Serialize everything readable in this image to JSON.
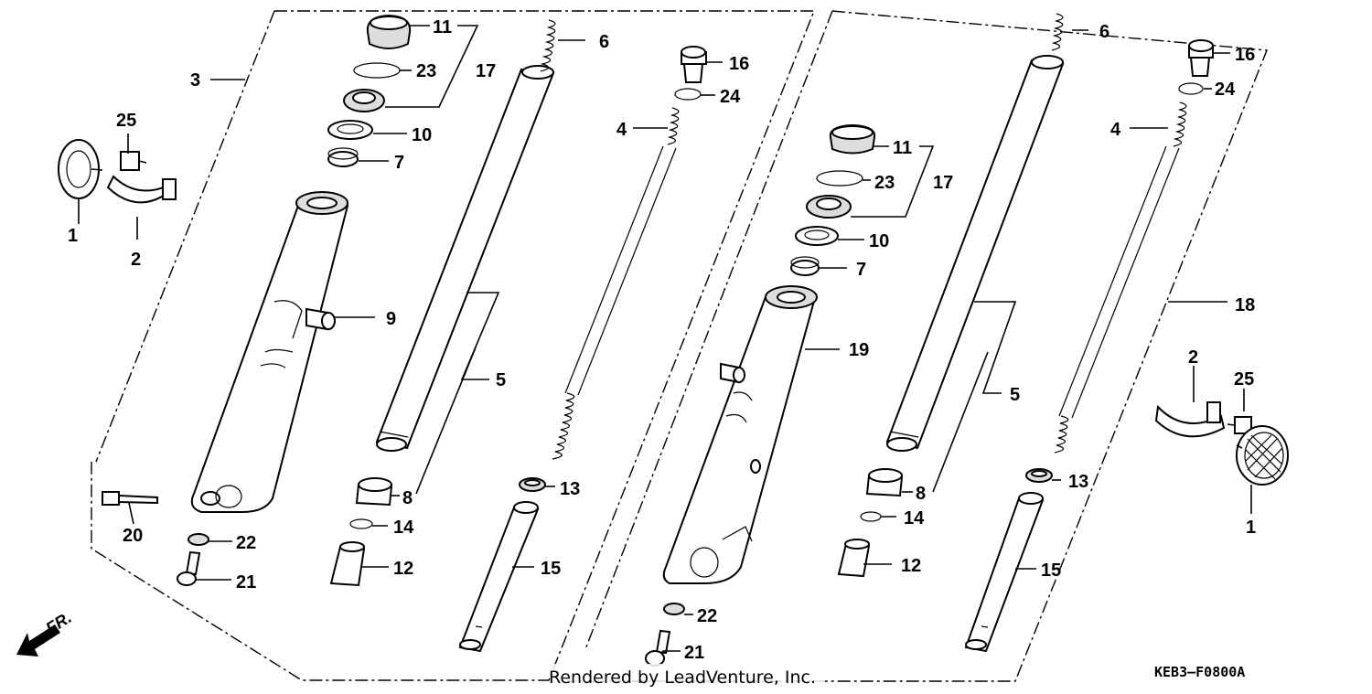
{
  "labels": {
    "l1_left": "1",
    "l2_left": "2",
    "l3": "3",
    "l4_left": "4",
    "l5_left": "5",
    "l6_left": "6",
    "l7_left": "7",
    "l8_left": "8",
    "l9": "9",
    "l10_left": "10",
    "l11_left": "11",
    "l12_left": "12",
    "l13_left": "13",
    "l14_left": "14",
    "l15_left": "15",
    "l16_left": "16",
    "l17_left": "17",
    "l20": "20",
    "l21_left": "21",
    "l22_left": "22",
    "l23_left": "23",
    "l24_left": "24",
    "l25_left": "25",
    "l1_right": "1",
    "l2_right": "2",
    "l4_right": "4",
    "l5_right": "5",
    "l6_right": "6",
    "l7_right": "7",
    "l8_right": "8",
    "l10_right": "10",
    "l11_right": "11",
    "l12_right": "12",
    "l13_right": "13",
    "l14_right": "14",
    "l15_right": "15",
    "l16_right": "16",
    "l17_right": "17",
    "l18": "18",
    "l19": "19",
    "l21_right": "21",
    "l22_right": "22",
    "l23_right": "23",
    "l24_right": "24",
    "l25_right": "25"
  },
  "direction_label": "FR.",
  "diagram_code": "KEB3–F0800A",
  "credit": "Rendered by LeadVenture, Inc."
}
